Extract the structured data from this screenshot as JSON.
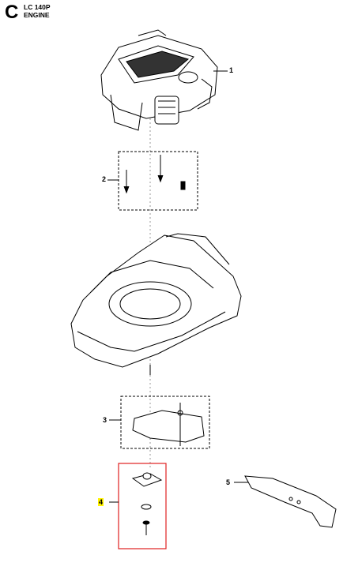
{
  "section": "C",
  "model": "LC 140P",
  "group": "ENGINE",
  "refs": [
    "1",
    "2",
    "3",
    "4",
    "5"
  ],
  "highlight_color": "#fff200",
  "selected_box_color": "#e02020"
}
